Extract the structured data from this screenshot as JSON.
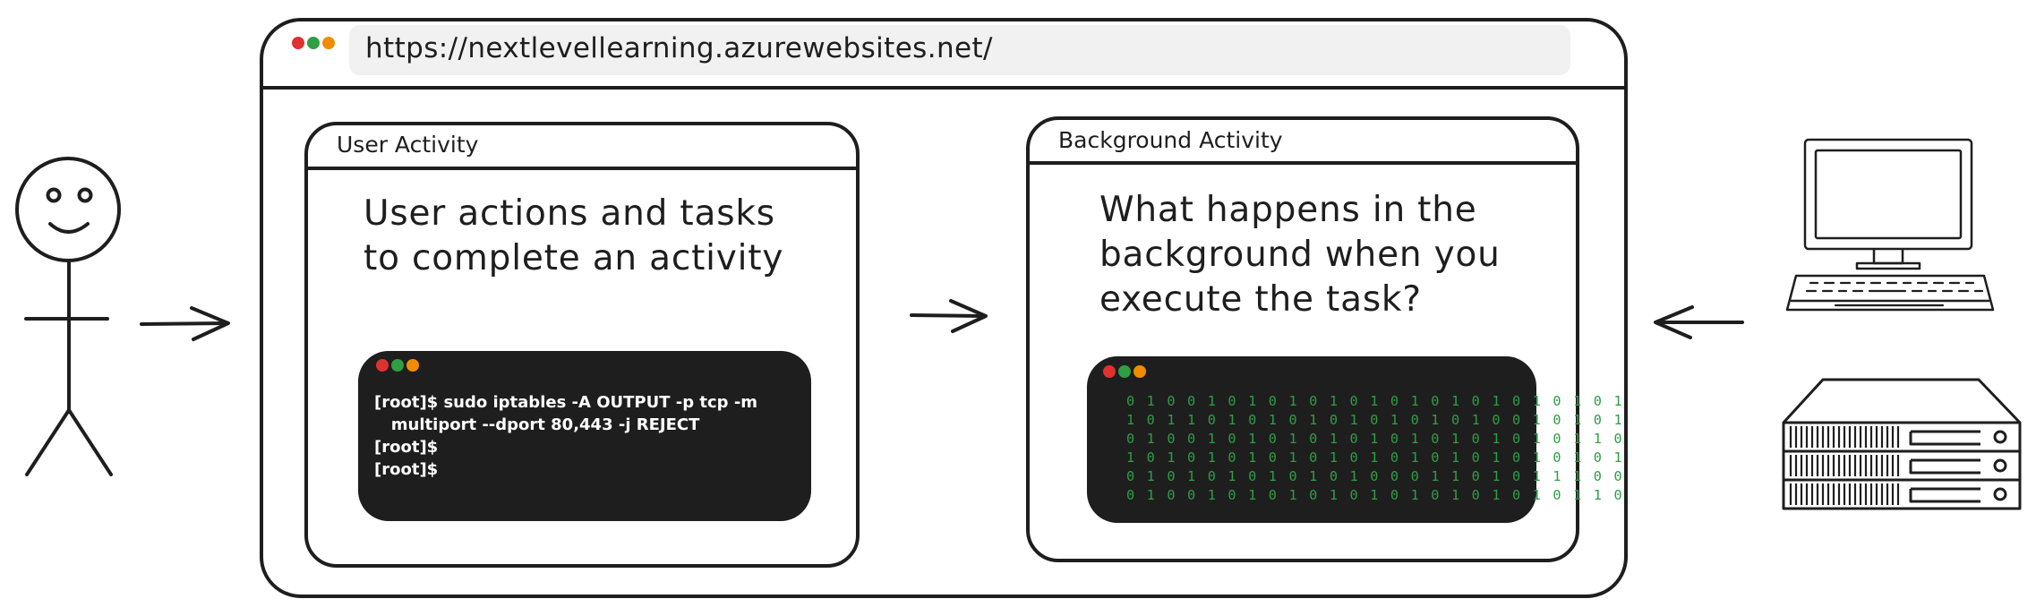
{
  "browser": {
    "url": "https://nextlevellearning.azurewebsites.net/",
    "dot_colors": [
      "#e03131",
      "#2f9e44",
      "#f08c00"
    ]
  },
  "user_panel": {
    "title": "User Activity",
    "text_lines": [
      "User actions and tasks",
      "to complete an activity"
    ],
    "terminal_lines": [
      "[root]$ sudo iptables -A OUTPUT -p tcp -m",
      "   multiport --dport 80,443 -j REJECT",
      "[root]$",
      "[root]$"
    ]
  },
  "background_panel": {
    "title": "Background Activity",
    "text_lines": [
      "What happens in the",
      "background when you",
      "execute the task?"
    ],
    "terminal_lines": [
      "0 1 0 0 1 0 1 0 1 0 1 0 1 0 1 0 1 0 1 0 1 0 1 0 1",
      "1 0 1 1 0 1 0 1 0 1 0 1 0 1 0 1 0 1 0 0 1 0 1 0 1",
      "0 1 0 0 1 0 1 0 1 0 1 0 1 0 1 0 1 0 1 0 1 0 1 1 0",
      "1 0 1 0 1 0 1 0 1 0 1 0 1 0 1 0 1 0 1 0 1 0 1 0 1",
      "0 1 0 1 0 1 0 1 0 1 0 1 0 0 0 1 1 0 1 0 1 1 1 0 0",
      "0 1 0 0 1 0 1 0 1 0 1 0 1 0 1 0 1 0 1 0 1 0 1 1 0"
    ]
  },
  "colors": {
    "stroke": "#1e1e1e",
    "url_bar_bg": "#f1f1f1",
    "terminal_bg": "#1e1e1e",
    "binary_text": "#2f9e44"
  },
  "icons": [
    "stick-figure-icon",
    "desktop-computer-icon",
    "server-rack-icon",
    "arrow-right-icon",
    "arrow-left-icon"
  ]
}
